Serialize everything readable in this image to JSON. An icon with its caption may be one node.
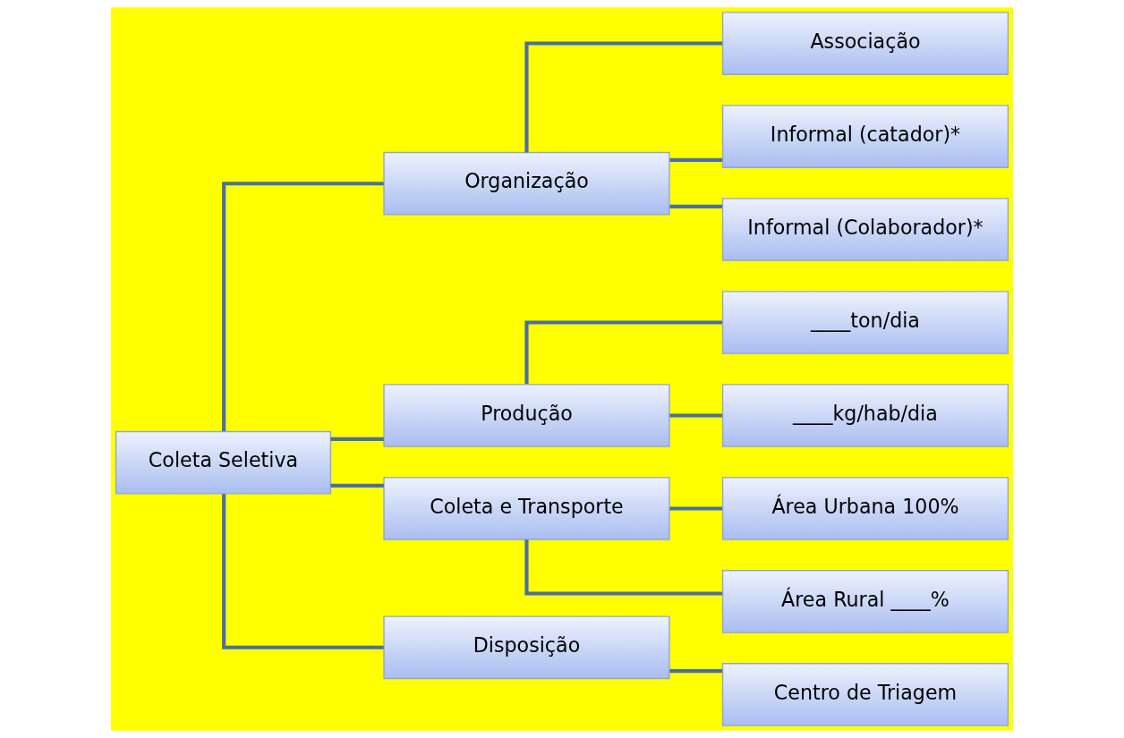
{
  "diagram": {
    "nodes": [
      {
        "text": [
          "Coleta Seletiva"
        ]
      },
      {
        "text": [
          "Organização"
        ]
      },
      {
        "text": [
          "Associação"
        ]
      },
      {
        "text": [
          "Informal (catador)*"
        ]
      },
      {
        "text": [
          "Informal (Colaborador)*"
        ]
      },
      {
        "text": [
          "Produção"
        ]
      },
      {
        "text": [
          "____ton/dia"
        ]
      },
      {
        "text": [
          "____kg/hab/dia"
        ]
      },
      {
        "text": [
          "Coleta e Transporte"
        ]
      },
      {
        "text": [
          "Área Urbana 100%"
        ]
      },
      {
        "text": [
          "Área Rural ____%"
        ]
      },
      {
        "text": [
          "Disposição"
        ]
      },
      {
        "text": [
          "Centro de Triagem"
        ]
      }
    ],
    "edges": [
      {
        "from": 0,
        "to": 1,
        "arrow": "none"
      },
      {
        "from": 0,
        "to": 5,
        "arrow": "none"
      },
      {
        "from": 0,
        "to": 8,
        "arrow": "none"
      },
      {
        "from": 0,
        "to": 11,
        "arrow": "none"
      },
      {
        "from": 1,
        "to": 2,
        "arrow": "none"
      },
      {
        "from": 1,
        "to": 3,
        "arrow": "none"
      },
      {
        "from": 1,
        "to": 4,
        "arrow": "none"
      },
      {
        "from": 5,
        "to": 6,
        "arrow": "none"
      },
      {
        "from": 5,
        "to": 7,
        "arrow": "none"
      },
      {
        "from": 8,
        "to": 9,
        "arrow": "none"
      },
      {
        "from": 8,
        "to": 10,
        "arrow": "none"
      },
      {
        "from": 11,
        "to": 12,
        "arrow": "none"
      }
    ]
  }
}
